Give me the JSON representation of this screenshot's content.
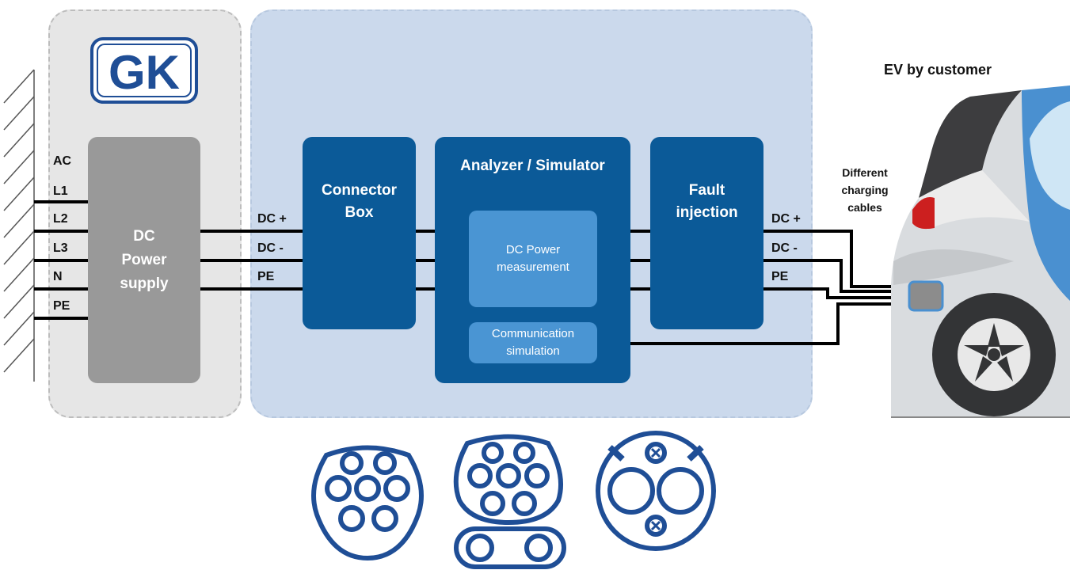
{
  "colors": {
    "dark_blue": "#0b5a98",
    "light_blue": "#4a95d3",
    "panel_blue": "#cbd9ec",
    "panel_grey": "#e6e6e6",
    "psu_grey": "#999999",
    "connector_icon_blue": "#1f4e96"
  },
  "logo": {
    "text": "GK"
  },
  "power_supply": {
    "label": "DC\nPower\nsupply"
  },
  "ac_labels": {
    "ac": "AC",
    "l1": "L1",
    "l2": "L2",
    "l3": "L3",
    "n": "N",
    "pe": "PE"
  },
  "left_dc_labels": {
    "dc_plus": "DC +",
    "dc_minus": "DC -",
    "pe": "PE"
  },
  "connector_box": {
    "label": "Connector\nBox"
  },
  "analyzer": {
    "label": "Analyzer / Simulator",
    "dc_measurement": "DC Power\nmeasurement",
    "communication": "Communication\nsimulation"
  },
  "fault_injection": {
    "label": "Fault\ninjection"
  },
  "right_dc_labels": {
    "dc_plus": "DC +",
    "dc_minus": "DC -",
    "pe": "PE"
  },
  "cables_note": "Different\ncharging\ncables",
  "ev_label": "EV by customer",
  "connector_icons": [
    "type2-connector-icon",
    "ccs-combo-connector-icon",
    "chademo-connector-icon"
  ]
}
